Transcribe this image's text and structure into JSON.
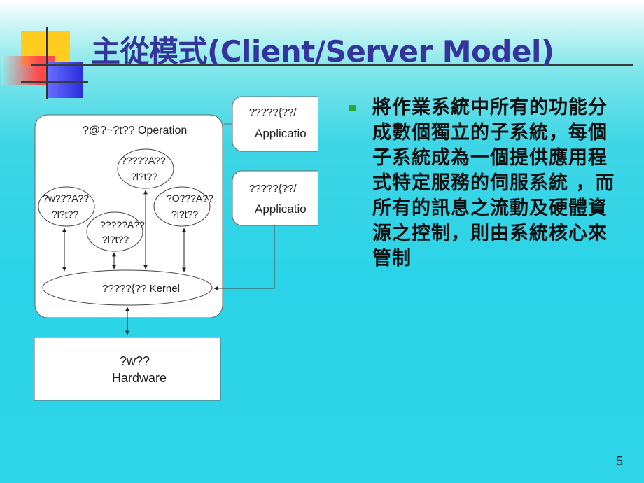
{
  "slide": {
    "title": "主從模式(Client/Server Model)",
    "bullet": "將作業系統中所有的功能分成數個獨立的子系統，每個子系統成為一個提供應用程式特定服務的伺服系統 ，而所有的訊息之流動及硬體資源之控制，則由系統核心來管制",
    "page_number": "5",
    "colors": {
      "title": "#34349c",
      "bullet_marker": "#29a829",
      "background": "#2ad3e7"
    }
  },
  "diagram": {
    "os_label": "?@?~?t?? Operation",
    "kernel_label": "?????{?? Kernel",
    "hardware_line1": "?w??",
    "hardware_line2": "Hardware",
    "app1_line1": "?????{??/",
    "app1_line2": "Applicatio",
    "app2_line1": "?????{??/",
    "app2_line2": "Applicatio",
    "server_top_line1": "?????A??",
    "server_top_line2": "?l?t??",
    "server_left_line1": "?w???A??",
    "server_left_line2": "?l?t??",
    "server_mid_line1": "?????A??",
    "server_mid_line2": "?l?t??",
    "server_right_line1": "?O???A??",
    "server_right_line2": "?l?t??"
  }
}
